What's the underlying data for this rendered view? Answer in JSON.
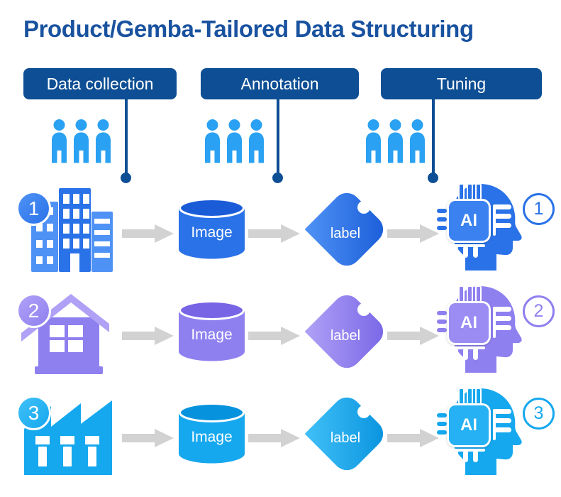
{
  "title": "Product/Gemba-Tailored Data Structuring",
  "columns": [
    {
      "label": "Data collection"
    },
    {
      "label": "Annotation"
    },
    {
      "label": "Tuning"
    }
  ],
  "rows": [
    {
      "number": "1",
      "icon": "office-building-icon",
      "database_label": "Image",
      "tag_label": "label",
      "chip_label": "AI",
      "colors": {
        "main": "#2a72e8",
        "light": "#4f92f5",
        "dark": "#1a5cd8",
        "chip": "#3b82f0"
      }
    },
    {
      "number": "2",
      "icon": "house-icon",
      "database_label": "Image",
      "tag_label": "label",
      "chip_label": "AI",
      "colors": {
        "main": "#8f80ef",
        "light": "#b0a1f7",
        "dark": "#7765e6",
        "chip": "#9a8cf3"
      }
    },
    {
      "number": "3",
      "icon": "factory-icon",
      "database_label": "Image",
      "tag_label": "label",
      "chip_label": "AI",
      "colors": {
        "main": "#16a8ef",
        "light": "#41c0f7",
        "dark": "#0792de",
        "chip": "#25b1f3"
      }
    }
  ],
  "colors": {
    "navy": "#0d4e94",
    "title": "#19529f",
    "people": "#2aa1f2",
    "arrow": "#d2d2d2"
  }
}
